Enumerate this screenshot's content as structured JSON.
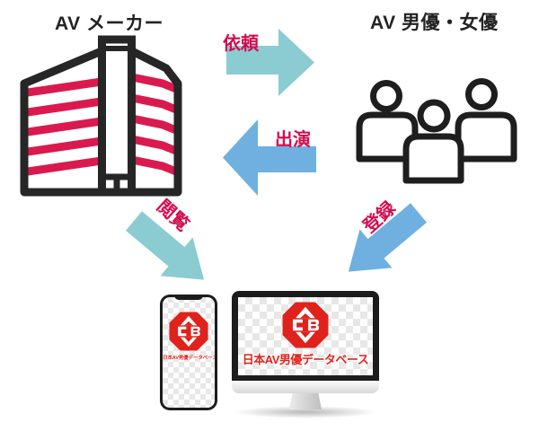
{
  "entities": {
    "maker": {
      "title": "AV メーカー",
      "icon": "building-icon"
    },
    "actors": {
      "title": "AV 男優・女優",
      "icon": "people-icon"
    }
  },
  "arrows": {
    "request": {
      "label": "依頼",
      "direction": "right",
      "color": "#8accd2"
    },
    "perform": {
      "label": "出演",
      "direction": "left",
      "color": "#6fb0e0"
    },
    "browse": {
      "label": "閲覧",
      "direction": "down-right",
      "color": "#8accd2"
    },
    "register": {
      "label": "登録",
      "direction": "down-left",
      "color": "#6fb0e0"
    }
  },
  "database": {
    "name": "日本AV男優データベース",
    "logo": "avdb-octagon-logo",
    "devices": [
      "smartphone",
      "desktop-monitor"
    ]
  },
  "colors": {
    "teal_arrow": "#8accd2",
    "blue_arrow": "#6fb0e0",
    "crimson_label": "#d30c4e",
    "stripe_red": "#da1a4e",
    "logo_red": "#df221c",
    "outline_black": "#262626"
  }
}
